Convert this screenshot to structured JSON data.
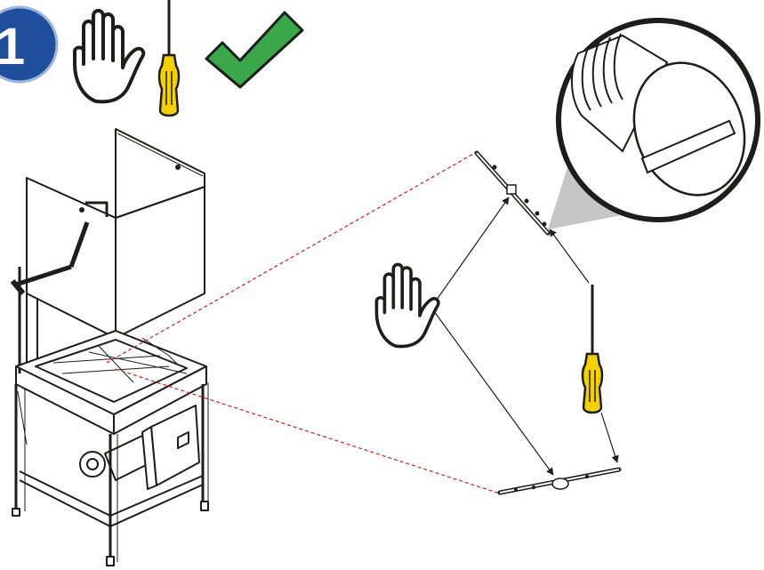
{
  "step": {
    "number": "1",
    "badge_color": "#1f4e9c"
  },
  "tools_row": [
    "hand-icon",
    "screwdriver-icon",
    "checkmark-icon"
  ],
  "colors": {
    "check": "#3aa84a",
    "check_outline": "#1d1d1b",
    "screwdriver_handle": "#f5d000",
    "leader_line": "#d22b2b",
    "callout_fill": "#c6c6c6",
    "line": "#1d1d1b"
  },
  "parts": [
    "wash-machine",
    "upper-wash-arm",
    "lower-wash-arm",
    "end-cap-plug-detail"
  ]
}
